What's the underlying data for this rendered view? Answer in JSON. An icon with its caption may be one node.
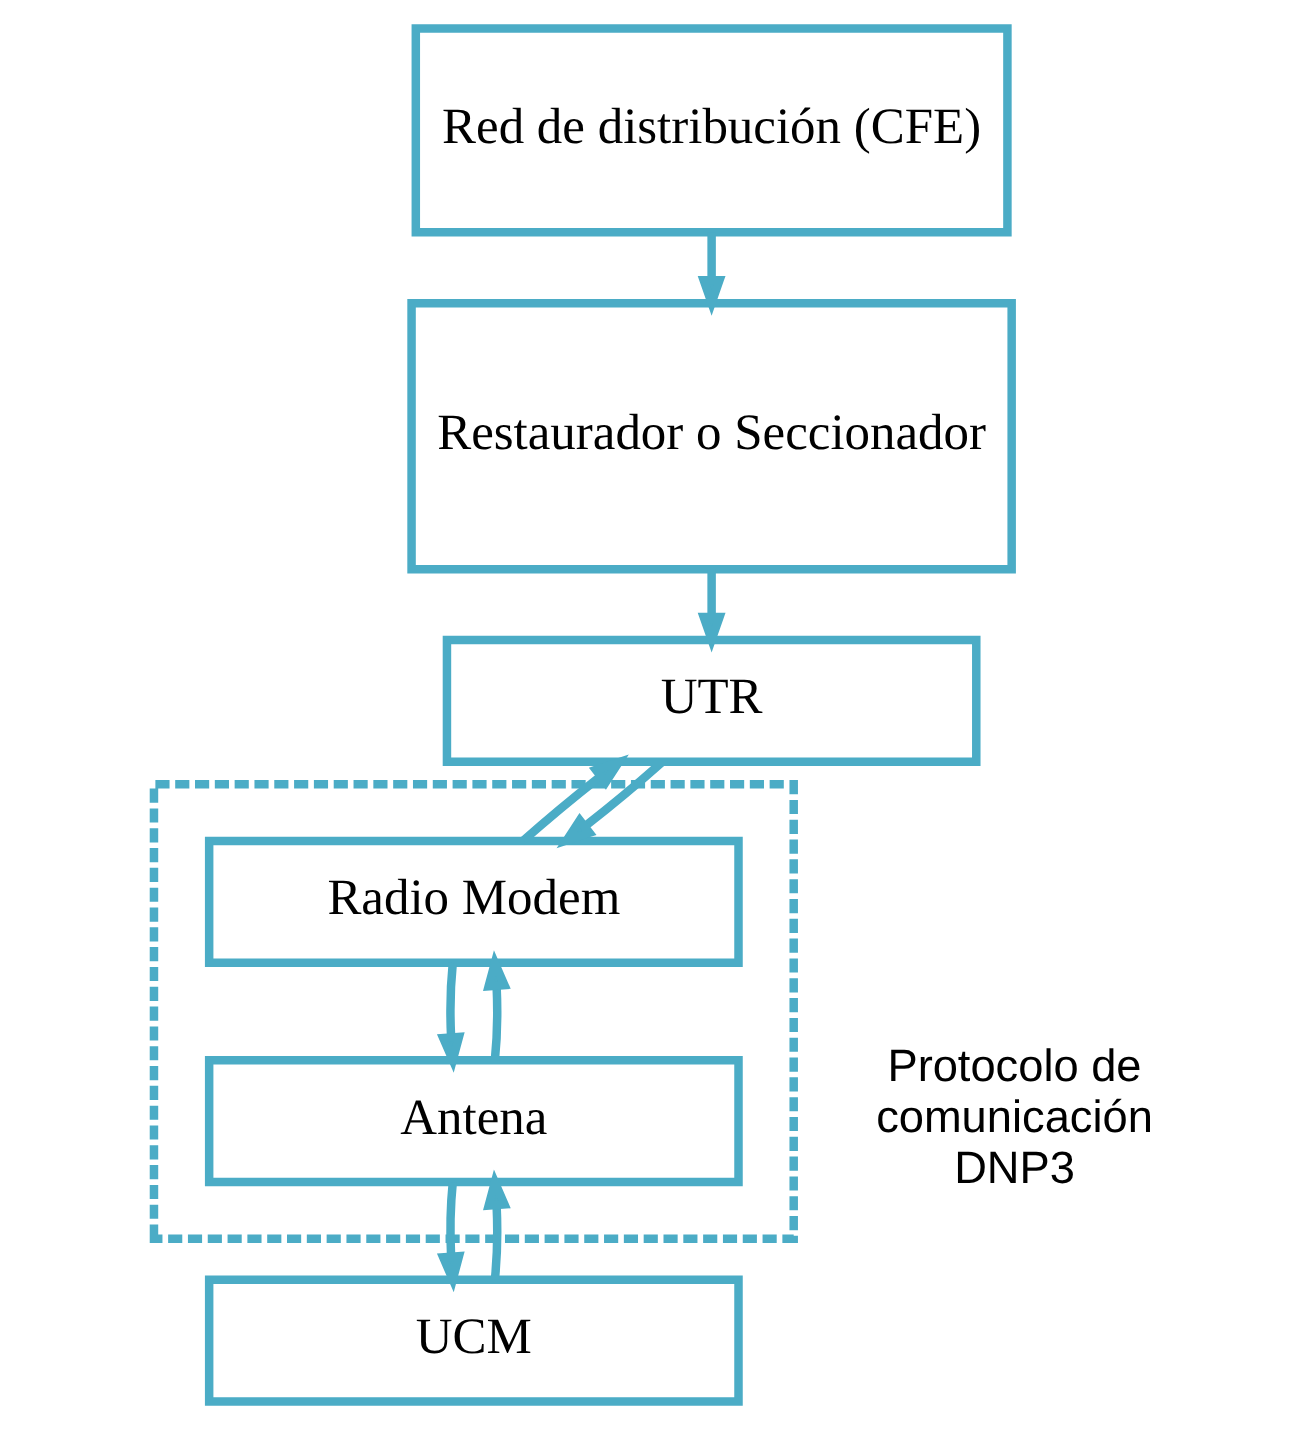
{
  "diagram": {
    "nodes": [
      {
        "text": [
          "Red de distribución (CFE)"
        ]
      },
      {
        "text": [
          "Restaurador o Seccionador"
        ]
      },
      {
        "text": [
          "UTR"
        ]
      },
      {
        "text": [],
        "shape": "box",
        "beside": [
          "Protocolo de comunicación DNP3"
        ]
      },
      {
        "text": [
          "Radio Modem"
        ],
        "in": 3
      },
      {
        "text": [
          "Antena"
        ],
        "in": 3
      },
      {
        "text": [
          "UCM"
        ]
      }
    ],
    "edges": [
      {
        "from": 0,
        "to": 1,
        "arrow": "to"
      },
      {
        "from": 1,
        "to": 2,
        "arrow": "to"
      },
      {
        "from": 4,
        "to": 2,
        "arrow": "to"
      },
      {
        "from": 2,
        "to": 4,
        "arrow": "to"
      },
      {
        "from": 5,
        "to": 4,
        "arrow": "to"
      },
      {
        "from": 4,
        "to": 5,
        "arrow": "to"
      },
      {
        "from": 6,
        "to": 5,
        "arrow": "to"
      },
      {
        "from": 5,
        "to": 6,
        "arrow": "to"
      }
    ]
  }
}
